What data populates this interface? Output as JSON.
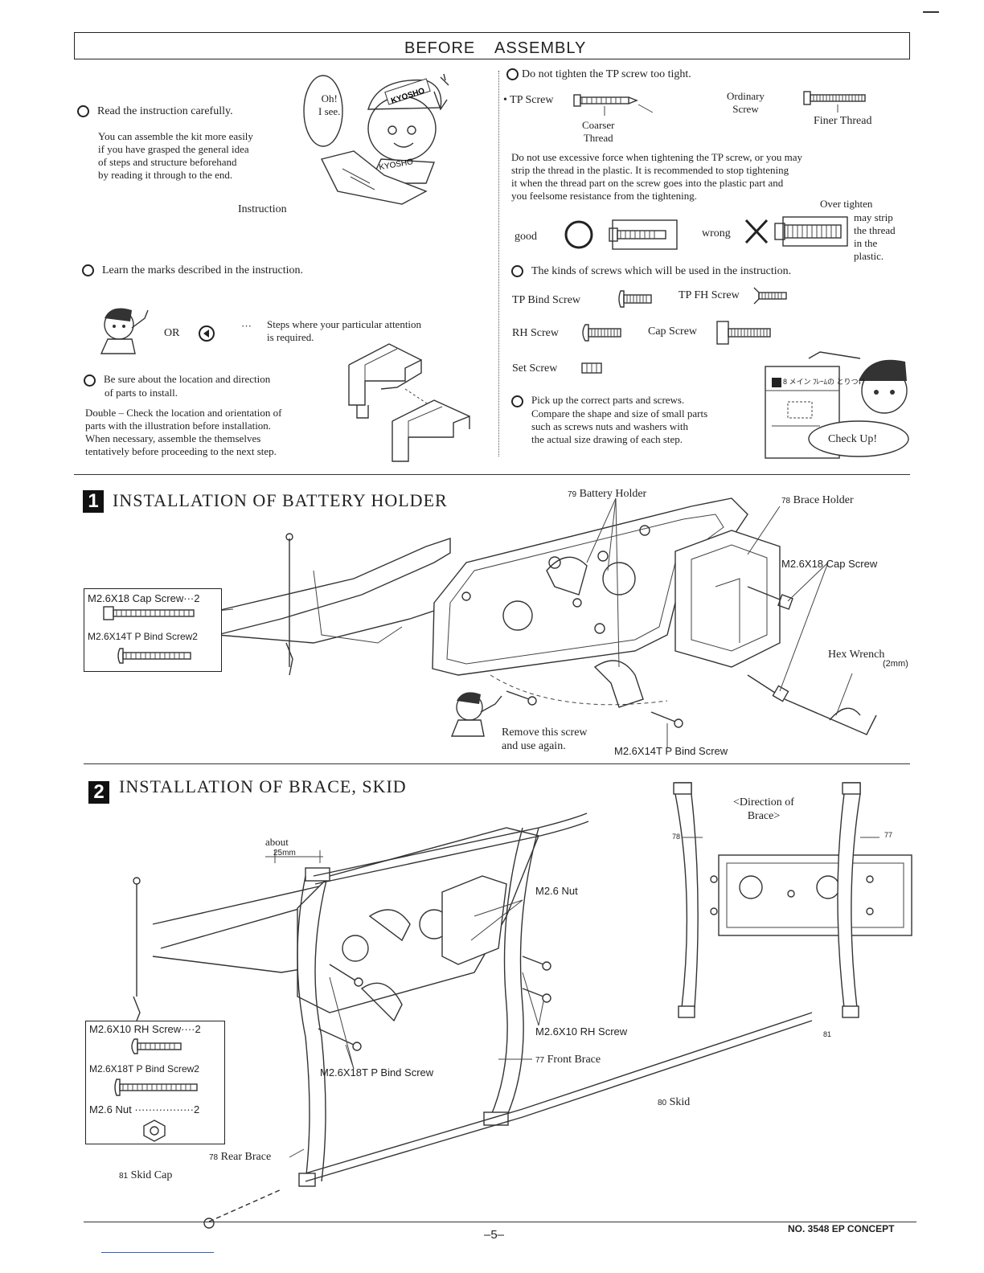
{
  "header": {
    "word1": "BEFORE",
    "word2": "ASSEMBLY"
  },
  "left": {
    "read": "Read the instruction carefully.",
    "read_body": [
      "You can assemble the kit more easily",
      "if you have grasped the general idea",
      "of steps and structure beforehand",
      "by reading it through to the end."
    ],
    "bubble": [
      "Oh!",
      "I see."
    ],
    "instruction_label": "Instruction",
    "cap_text": "KYOSHO",
    "learn": "Learn the marks described in the instruction.",
    "or": "OR",
    "dots": "···",
    "steps_note": [
      "Steps where your particular attention",
      "is required."
    ],
    "sure": [
      "Be sure about the location and direction",
      "of parts to install."
    ],
    "double": [
      "Double – Check the location and orientation of",
      "parts with the illustration before installation.",
      "When necessary, assemble the themselves",
      "tentatively before proceeding to the next step."
    ]
  },
  "right": {
    "tighten": "Do not tighten the TP screw too tight.",
    "tp_screw": "TP Screw",
    "coarser": [
      "Coarser",
      "Thread"
    ],
    "ordinary": [
      "Ordinary",
      "Screw"
    ],
    "finer": "Finer Thread",
    "force_text": [
      "Do not use excessive force when tightening the TP screw, or you may",
      "strip the thread in the plastic.   It is recommended to stop tightening",
      "it when the thread part on the screw goes into the plastic part and",
      "you feelsome resistance from the tightening."
    ],
    "good": "good",
    "wrong": "wrong",
    "over": [
      "Over tighten",
      "may strip",
      "the thread",
      "in the",
      "plastic."
    ],
    "kinds": "The kinds of screws which will be used in the instruction.",
    "tp_bind": "TP Bind Screw",
    "tp_fh": "TP FH Screw",
    "rh": "RH Screw",
    "cap": "Cap Screw",
    "set": "Set Screw",
    "pick": [
      "Pick up the correct parts and screws.",
      "Compare the shape and size of small parts",
      "such as screws nuts and washers with",
      "the actual size drawing of each step."
    ],
    "check": "Check Up!",
    "sheet_label": "8 メイン ﾌﾚｰﾑの とりつけ"
  },
  "section1": {
    "num": "1",
    "title": "INSTALLATION OF BATTERY HOLDER",
    "parts": [
      {
        "name": "M2.6X18 Cap Screw",
        "qty": "···2"
      },
      {
        "name": "M2.6X14T P Bind Screw",
        "qty": "2"
      }
    ],
    "labels": {
      "battery_holder": "Battery Holder",
      "battery_num": "79",
      "brace_holder": "Brace Holder",
      "brace_num": "78",
      "cap_screw": "M2.6X18 Cap Screw",
      "hex": "Hex Wrench",
      "hex_size": "(2mm)",
      "remove": [
        "Remove this screw",
        "and use again."
      ],
      "bind": "M2.6X14T P  Bind Screw"
    }
  },
  "section2": {
    "num": "2",
    "title": "INSTALLATION OF BRACE, SKID",
    "parts": [
      {
        "name": "M2.6X10 RH Screw",
        "qty": "····2"
      },
      {
        "name": "M2.6X18T P  Bind Screw",
        "qty": "2"
      },
      {
        "name": "M2.6  Nut",
        "qty": "·················2"
      }
    ],
    "labels": {
      "about": "about",
      "about_mm": "25mm",
      "nut": "M2.6  Nut",
      "rh": "M2.6X10  RH Screw",
      "front": "Front Brace",
      "front_num": "77",
      "bind": "M2.6X18T P  Bind Screw",
      "skid": "Skid",
      "skid_num": "80",
      "rear": "Rear Brace",
      "rear_num": "78",
      "skid_cap": "Skid Cap",
      "skid_cap_num": "81",
      "direction": [
        "<Direction of",
        "Brace>"
      ],
      "dir_78": "78",
      "dir_77": "77",
      "dir_81": "81"
    }
  },
  "footer": {
    "page": "–5–",
    "doc": "NO. 3548  EP CONCEPT"
  }
}
